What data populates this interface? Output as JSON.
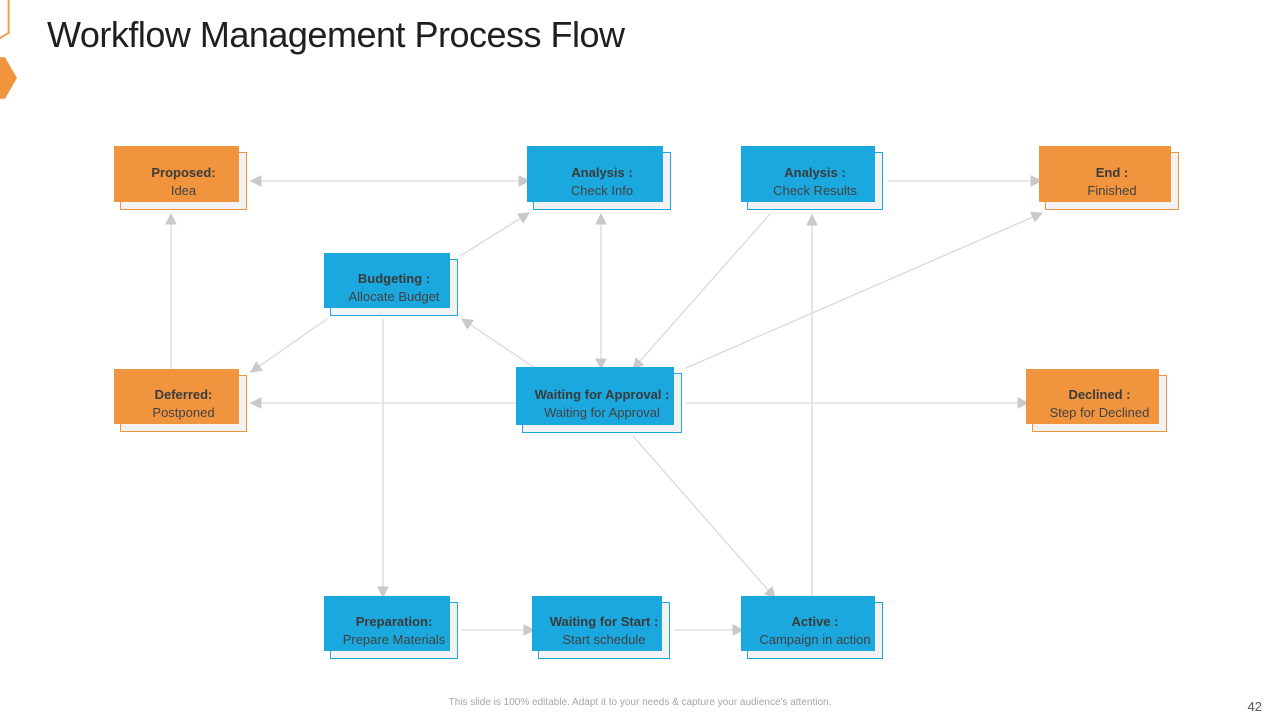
{
  "slide": {
    "title": "Workflow Management Process Flow",
    "footer": "This slide is 100% editable. Adapt it to your needs & capture your audience's attention.",
    "page_number": "42"
  },
  "colors": {
    "orange": "#F0953E",
    "blue": "#1BA8DE",
    "arrow_line": "#D9D9D9",
    "arrow_head": "#C9C9C9",
    "box_fill": "#F2F2F2",
    "text": "#3A3A3A"
  },
  "nodes": [
    {
      "id": "proposed",
      "title": "Proposed:",
      "subtitle": "Idea",
      "accent": "orange"
    },
    {
      "id": "check-info",
      "title": "Analysis :",
      "subtitle": "Check Info",
      "accent": "blue"
    },
    {
      "id": "check-results",
      "title": "Analysis :",
      "subtitle": "Check Results",
      "accent": "blue"
    },
    {
      "id": "end",
      "title": "End :",
      "subtitle": "Finished",
      "accent": "orange"
    },
    {
      "id": "budgeting",
      "title": "Budgeting :",
      "subtitle": "Allocate Budget",
      "accent": "blue"
    },
    {
      "id": "deferred",
      "title": "Deferred:",
      "subtitle": "Postponed",
      "accent": "orange"
    },
    {
      "id": "waiting-approval",
      "title": "Waiting for Approval :",
      "subtitle": "Waiting for Approval",
      "accent": "blue"
    },
    {
      "id": "declined",
      "title": "Declined :",
      "subtitle": "Step for Declined",
      "accent": "orange"
    },
    {
      "id": "preparation",
      "title": "Preparation:",
      "subtitle": "Prepare Materials",
      "accent": "blue"
    },
    {
      "id": "waiting-start",
      "title": "Waiting for Start :",
      "subtitle": "Start schedule",
      "accent": "blue"
    },
    {
      "id": "active",
      "title": "Active :",
      "subtitle": "Campaign in action",
      "accent": "blue"
    }
  ],
  "edges": [
    {
      "from": "deferred",
      "to": "proposed",
      "bidirectional": false
    },
    {
      "from": "proposed",
      "to": "check-info",
      "bidirectional": true
    },
    {
      "from": "budgeting",
      "to": "check-info",
      "bidirectional": false
    },
    {
      "from": "check-info",
      "to": "waiting-approval",
      "bidirectional": true
    },
    {
      "from": "check-results",
      "to": "end",
      "bidirectional": false
    },
    {
      "from": "check-results",
      "to": "waiting-approval",
      "bidirectional": false
    },
    {
      "from": "waiting-approval",
      "to": "end",
      "bidirectional": false
    },
    {
      "from": "active",
      "to": "check-results",
      "bidirectional": false
    },
    {
      "from": "waiting-approval",
      "to": "budgeting",
      "bidirectional": false
    },
    {
      "from": "budgeting",
      "to": "deferred",
      "bidirectional": false
    },
    {
      "from": "waiting-approval",
      "to": "deferred",
      "bidirectional": false
    },
    {
      "from": "waiting-approval",
      "to": "declined",
      "bidirectional": false
    },
    {
      "from": "budgeting",
      "to": "preparation",
      "bidirectional": false
    },
    {
      "from": "waiting-approval",
      "to": "active",
      "bidirectional": false
    },
    {
      "from": "preparation",
      "to": "waiting-start",
      "bidirectional": false
    },
    {
      "from": "waiting-start",
      "to": "active",
      "bidirectional": false
    }
  ]
}
